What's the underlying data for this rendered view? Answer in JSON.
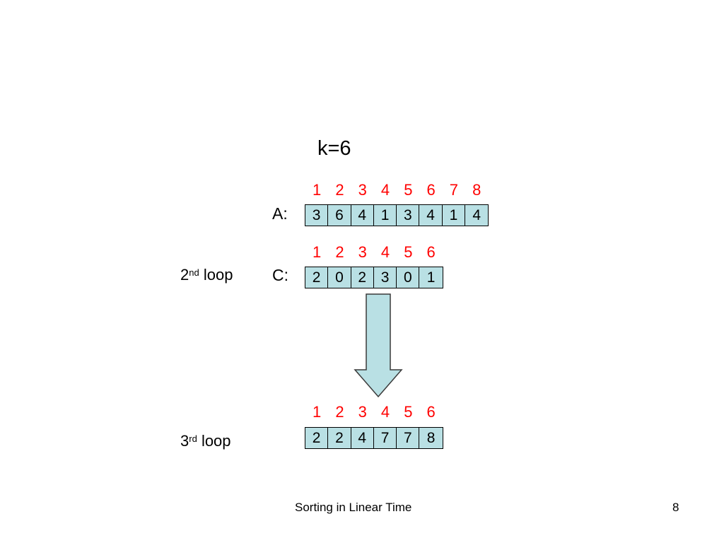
{
  "k_label": "k=6",
  "array_a": {
    "label": "A:",
    "indices": [
      "1",
      "2",
      "3",
      "4",
      "5",
      "6",
      "7",
      "8"
    ],
    "values": [
      "3",
      "6",
      "4",
      "1",
      "3",
      "4",
      "1",
      "4"
    ]
  },
  "array_c": {
    "label": "C:",
    "indices": [
      "1",
      "2",
      "3",
      "4",
      "5",
      "6"
    ],
    "values": [
      "2",
      "0",
      "2",
      "3",
      "0",
      "1"
    ]
  },
  "array_c_after": {
    "indices": [
      "1",
      "2",
      "3",
      "4",
      "5",
      "6"
    ],
    "values": [
      "2",
      "2",
      "4",
      "7",
      "7",
      "8"
    ]
  },
  "loop_2": {
    "ordinal": "2",
    "suffix": "nd",
    "word": "loop"
  },
  "loop_3": {
    "ordinal": "3",
    "suffix": "rd",
    "word": "loop"
  },
  "footer": {
    "title": "Sorting in Linear Time",
    "page_number": "8"
  },
  "colors": {
    "index_text": "#ff0000",
    "cell_fill": "#b9e0e4",
    "arrow_fill": "#b9e0e4"
  }
}
